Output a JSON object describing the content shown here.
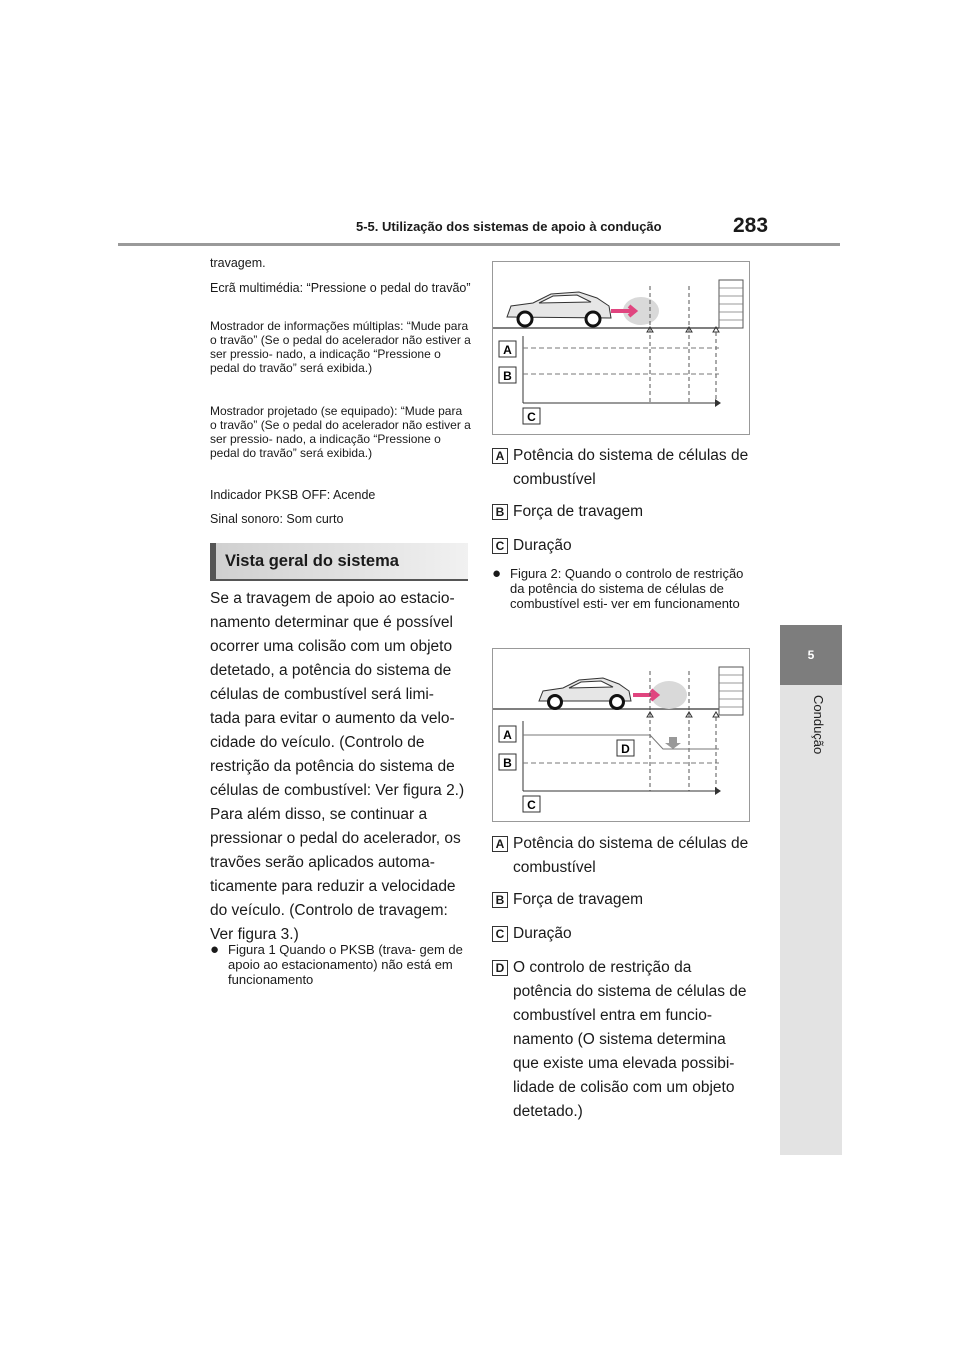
{
  "header": {
    "section_title": "5-5. Utilização dos sistemas de apoio à condução",
    "page_number": "283"
  },
  "chapter_tab": {
    "number": "5",
    "label": "Condução"
  },
  "left_column": {
    "p1": "travagem.",
    "p2": "Ecrã multimédia: “Pressione o pedal do travão”",
    "p3": "Mostrador de informações múltiplas: “Mude para o travão” (Se o pedal do acelerador não estiver a ser pressio- nado, a indicação “Pressione o pedal do travão” será exibida.)",
    "p4": "Mostrador projetado (se equipado): “Mude para o travão” (Se o pedal do acelerador não estiver a ser pressio- nado, a indicação “Pressione o pedal do travão” será exibida.)",
    "p5": "Indicador PKSB OFF: Acende",
    "p6": "Sinal sonoro: Som curto",
    "section_heading": "Vista geral do sistema",
    "body": "Se a travagem de apoio ao estacio- namento determinar que é possível ocorrer uma colisão com um objeto detetado, a potência do sistema de células de combustível será limi- tada para evitar o aumento da velo- cidade do veículo. (Controlo de restrição da potência do sistema de células de combustível: Ver figura 2.) Para além disso, se continuar a pressionar o pedal do acelerador, os travões serão aplicados automa- ticamente para reduzir a velocidade do veículo. (Controlo de travagem: Ver figura 3.)",
    "bullet_fig1": "Figura 1 Quando o PKSB (trava- gem de apoio ao estacionamento) não está em funcionamento"
  },
  "figure1": {
    "labels": [
      "A",
      "B",
      "C"
    ],
    "legend": [
      {
        "key": "A",
        "text": "Potência do sistema de células de combustível"
      },
      {
        "key": "B",
        "text": "Força de travagem"
      },
      {
        "key": "C",
        "text": "Duração"
      }
    ]
  },
  "bullet_fig2": "Figura 2: Quando o controlo de restrição da potência do sistema de células de combustível esti- ver em funcionamento",
  "figure2": {
    "labels": [
      "A",
      "B",
      "C",
      "D"
    ],
    "legend": [
      {
        "key": "A",
        "text": "Potência do sistema de células de combustível"
      },
      {
        "key": "B",
        "text": "Força de travagem"
      },
      {
        "key": "C",
        "text": "Duração"
      },
      {
        "key": "D",
        "text": "O controlo de restrição da potência do sistema de células de combustível entra em funcio- namento (O sistema determina que existe uma elevada possibi- lidade de colisão com um objeto detetado.)"
      }
    ]
  },
  "colors": {
    "accent_pink": "#e0457f",
    "tab_dark": "#7d7d7d",
    "tab_light": "#e3e3e3"
  }
}
